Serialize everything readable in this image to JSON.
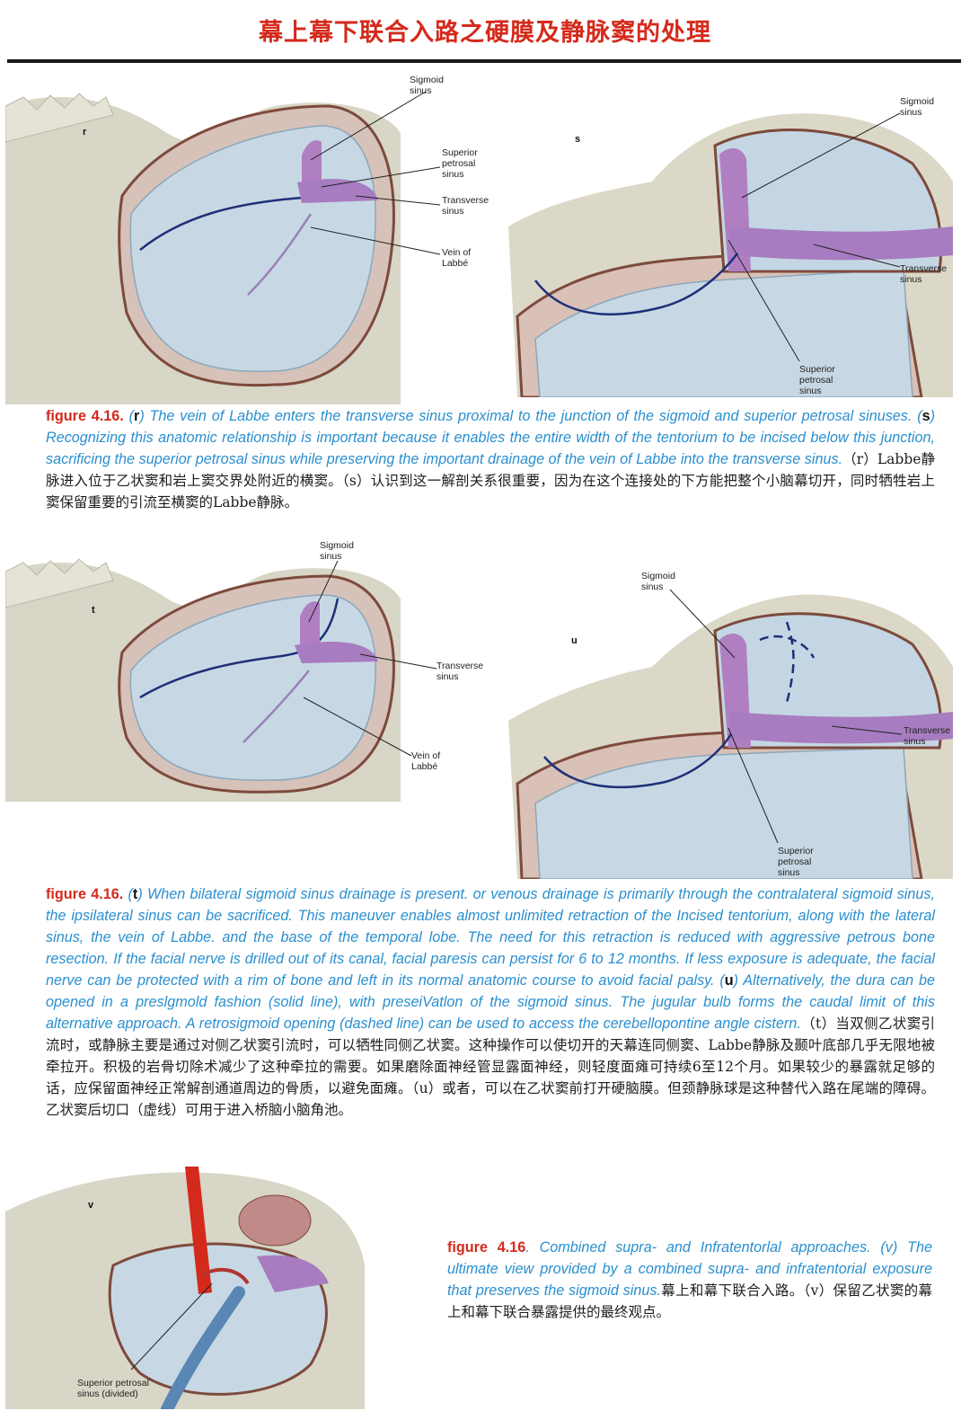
{
  "page": {
    "title": "幕上幕下联合入路之硬膜及静脉窦的处理"
  },
  "figures": {
    "r": {
      "letter": "r",
      "labels": {
        "sigmoid": [
          "Sigmoid",
          "sinus"
        ],
        "superior_petrosal": [
          "Superior",
          "petrosal",
          "sinus"
        ],
        "transverse": [
          "Transverse",
          "sinus"
        ],
        "labbe": [
          "Vein of",
          "Labbé"
        ]
      }
    },
    "s": {
      "letter": "s",
      "labels": {
        "sigmoid": [
          "Sigmoid",
          "sinus"
        ],
        "transverse": [
          "Transverse",
          "sinus"
        ],
        "superior_petrosal": [
          "Superior",
          "petrosal",
          "sinus"
        ]
      }
    },
    "t": {
      "letter": "t",
      "labels": {
        "sigmoid": [
          "Sigmoid",
          "sinus"
        ],
        "transverse": [
          "Transverse",
          "sinus"
        ],
        "labbe": [
          "Vein of",
          "Labbé"
        ]
      }
    },
    "u": {
      "letter": "u",
      "labels": {
        "sigmoid": [
          "Sigmoid",
          "sinus"
        ],
        "transverse": [
          "Transverse",
          "sinus"
        ],
        "superior_petrosal": [
          "Superior",
          "petrosal",
          "sinus"
        ]
      }
    },
    "v": {
      "letter": "v",
      "labels": {
        "superior_petrosal_divided": [
          "Superior petrosal",
          "sinus (divided)"
        ]
      }
    }
  },
  "captions": {
    "rs": {
      "num": "figure 4.16",
      "dot": ". ",
      "lp1": "(",
      "l1": "r",
      "en1": ") The vein of Labbe enters the transverse sinus proximal to the junction of the sigmoid and superior petrosal sinuses. ",
      "lp2": "(",
      "l2": "s",
      "en2": ") Recognizing this anatomic relationship is important because it enables the entire width of the tentorium to be incised below this junction, sacrificing the superior petrosal sinus while preserving the important drainage of the vein of Labbe into the transverse sinus.",
      "zh": "（r）Labbe静脉进入位于乙状窦和岩上窦交界处附近的横窦。（s）认识到这一解剖关系很重要，因为在这个连接处的下方能把整个小脑幕切开，同时牺牲岩上窦保留重要的引流至横窦的Labbe静脉。"
    },
    "tu": {
      "num": "figure 4.16",
      "dot": ". ",
      "lp1": "(",
      "l1": "t",
      "en1": ") When bilateral sigmoid sinus drainage is present. or venous drainage is primarily through the contralateral sigmoid sinus, the ipsilateral sinus can be sacrificed. This maneuver enables almost unlimited retraction of the Incised tentorium, along with the lateral sinus, the vein of Labbe. and the base of the temporal lobe. The need for this retraction is reduced with aggressive petrous bone resection. If the facial nerve is drilled out of its canal, facial paresis can persist for 6 to 12 months. If less exposure is adequate, the facial nerve can be protected with a rim of bone and left in its normal anatomic course to avoid facial palsy. ",
      "lp2": "(",
      "l2": "u",
      "en2": ") Alternatively, the dura can be opened in a preslgmold fashion (solid line), with preseiVatlon of the sigmoid sinus. The jugular bulb forms the caudal limit of this alternative approach. A retrosigmoid opening (dashed line) can be used to access the cerebellopontine angle cistern.",
      "zh": "（t）当双侧乙状窦引流时，或静脉主要是通过对侧乙状窦引流时，可以牺牲同侧乙状窦。这种操作可以使切开的天幕连同侧窦、Labbe静脉及颞叶底部几乎无限地被牵拉开。积极的岩骨切除术减少了这种牵拉的需要。如果磨除面神经管显露面神经，则轻度面瘫可持续6至12个月。如果较少的暴露就足够的话，应保留面神经正常解剖通道周边的骨质，以避免面瘫。（u）或者，可以在乙状窦前打开硬脑膜。但颈静脉球是这种替代入路在尾端的障碍。乙状窦后切口（虚线）可用于进入桥脑小脑角池。"
    },
    "v": {
      "num": "figure 4.16",
      "en1": ". Combined supra- and Infratentorlal approaches.  (v) The ultimate view provided by a combined supra- and infratentorial exposure that preserves the sigmoid sinus.",
      "zh": "幕上和幕下联合入路。（v）保留乙状窦的幕上和幕下联合暴露提供的最终观点。"
    }
  }
}
